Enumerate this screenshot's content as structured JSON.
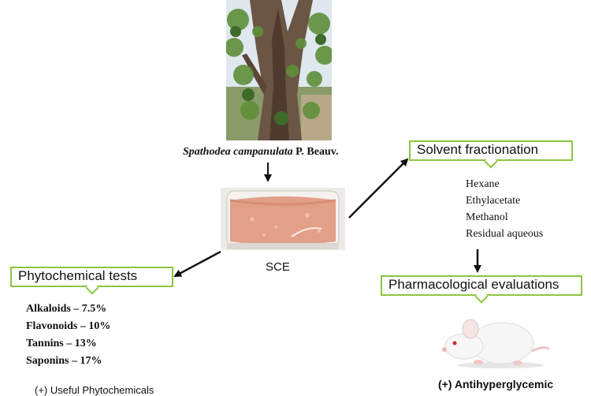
{
  "figure": {
    "plant_species": "Spathodea campanulata",
    "plant_author": "P. Beauv.",
    "extract_label": "SCE",
    "solvent_box": "Solvent fractionation",
    "solvents": [
      "Hexane",
      "Ethylacetate",
      "Methanol",
      "Residual aqueous"
    ],
    "pharm_box": "Pharmacological evaluations",
    "phyto_box": "Phytochemical tests",
    "phytochemicals": [
      "Alkaloids – 7.5%",
      "Flavonoids – 10%",
      "Tannins – 13%",
      "Saponins – 17%"
    ],
    "phyto_result": "(+) Useful Phytochemicals",
    "pharm_result": "(+) Antihyperglycemic"
  },
  "colors": {
    "box_border": "#8cc63f",
    "arrow": "#111111"
  },
  "images": [
    "tree-photo",
    "powder-jar-photo",
    "white-mouse-photo"
  ]
}
